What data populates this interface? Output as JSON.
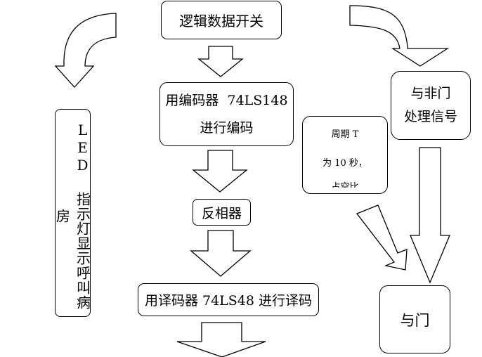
{
  "boxes": {
    "logic_switch": "逻辑数据开关",
    "encoder_line1": "用编码器  74LS148",
    "encoder_line2": "进行编码",
    "inverter": "反相器",
    "decoder": "用译码器 74LS48 进行译码",
    "nand_line1": "与非门",
    "nand_line2": "处理信号",
    "period_line1": "周期 T",
    "period_line2": "为 10 秒，",
    "period_line3": "占空比",
    "and_gate": "与门",
    "led": "LED 指示灯显示呼叫病房"
  }
}
